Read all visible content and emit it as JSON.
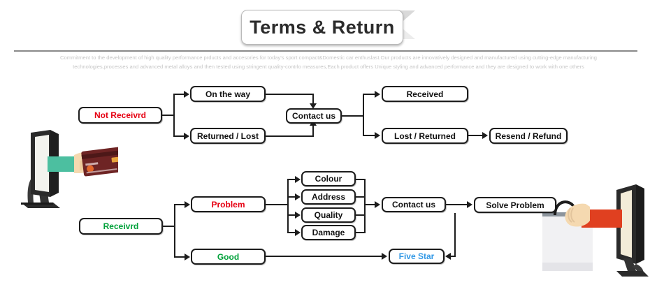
{
  "banner": {
    "title": "Terms & Return"
  },
  "blurb": {
    "line1": "Commitment to the development of high quality performance prducts and accesories for today's sport compact&Domestic car enthuslast.Our products are innovatively designed and manufactured using cutting-edge manufacturing",
    "line2": "technologies,processes and advanced metal alloys and then tested using stringent quality-contrlo measures,Each  product offers Unique styling and advanced performance and they are designed to work with one others"
  },
  "colors": {
    "red": "#e60012",
    "green": "#00a13a",
    "blue": "#3399e6",
    "line": "#1d1d1d",
    "divider": "#8a8a8a",
    "blurb_text": "#c6c6c6"
  },
  "flow_not_received": {
    "root": "Not Receivrd",
    "branch_top": "On the way",
    "branch_bottom": "Returned / Lost",
    "merge": "Contact us",
    "result_top": "Received",
    "result_bottom": "Lost / Returned",
    "final": "Resend / Refund"
  },
  "flow_received": {
    "root": "Receivrd",
    "branch_top": "Problem",
    "branch_bottom": "Good",
    "problems": [
      "Colour",
      "Address",
      "Quality",
      "Damage"
    ],
    "merge": "Contact us",
    "solve": "Solve Problem",
    "rating": "Five Star"
  },
  "illustrations": {
    "left": "monitor-hand-credit-card",
    "right": "monitor-hand-shopping-bag"
  }
}
